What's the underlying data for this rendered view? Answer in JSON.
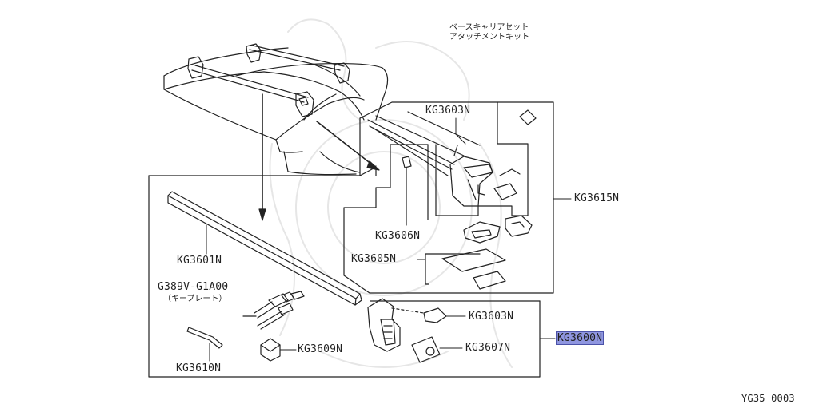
{
  "header": {
    "jp_line1": "ベースキャリアセット",
    "jp_line2": "アタッチメントキット"
  },
  "parts": {
    "kg3603n_top": "KG3603N",
    "kg3615n": "KG3615N",
    "kg3606n": "KG3606N",
    "kg3605n": "KG3605N",
    "kg3601n": "KG3601N",
    "g389v": "G389V-G1A00",
    "key_plate_jp": "（キープレート）",
    "kg3603n_bottom": "KG3603N",
    "kg3607n": "KG3607N",
    "kg3609n": "KG3609N",
    "kg3610n": "KG3610N",
    "kg3600n": "KG3600N"
  },
  "highlight_color": "#8f96e0",
  "footer": {
    "code": "YG35 0003"
  }
}
